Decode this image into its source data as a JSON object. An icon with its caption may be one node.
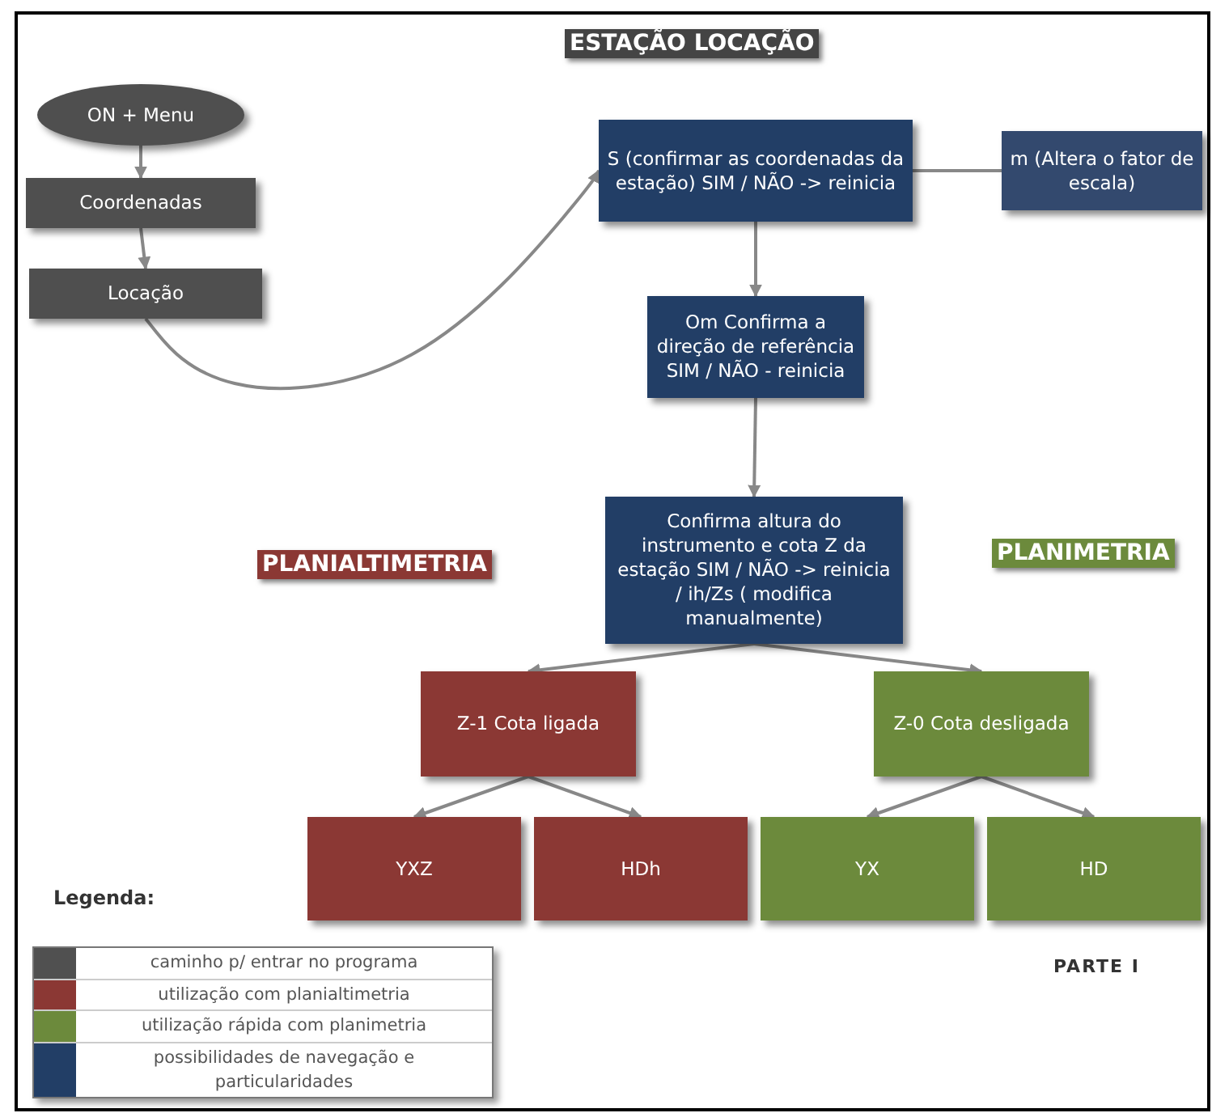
{
  "diagram": {
    "title": "ESTAÇÃO LOCAÇÃO",
    "nodes": [
      {
        "text": [
          "ON + Menu"
        ]
      },
      {
        "text": [
          "Coordenadas"
        ]
      },
      {
        "text": [
          "Locação"
        ]
      },
      {
        "text": [
          "S (confirmar as coordenadas da estação) SIM / NÃO -> reinicia"
        ]
      },
      {
        "text": [
          "m (Altera o fator de escala)"
        ]
      },
      {
        "text": [
          "Om Confirma a direção de referência SIM / NÃO - reinicia"
        ]
      },
      {
        "text": [
          "Confirma altura do instrumento e cota Z da estação SIM / NÃO -> reinicia / ih/Zs ( modifica manualmente)"
        ]
      },
      {
        "text": [
          "Z-1 Cota ligada"
        ]
      },
      {
        "text": [
          "Z-0 Cota desligada"
        ]
      },
      {
        "text": [
          "YXZ"
        ]
      },
      {
        "text": [
          "HDh"
        ]
      },
      {
        "text": [
          "YX"
        ]
      },
      {
        "text": [
          "HD"
        ]
      }
    ],
    "edges": [
      {
        "from": 0,
        "to": 1,
        "arrow": "to"
      },
      {
        "from": 1,
        "to": 2,
        "arrow": "to"
      },
      {
        "from": 2,
        "to": 3,
        "arrow": "to"
      },
      {
        "from": 3,
        "to": 4,
        "arrow": "none"
      },
      {
        "from": 3,
        "to": 5,
        "arrow": "to"
      },
      {
        "from": 5,
        "to": 6,
        "arrow": "to"
      },
      {
        "from": 6,
        "to": 7,
        "arrow": "to"
      },
      {
        "from": 6,
        "to": 8,
        "arrow": "to"
      },
      {
        "from": 7,
        "to": 9,
        "arrow": "to"
      },
      {
        "from": 7,
        "to": 10,
        "arrow": "to"
      },
      {
        "from": 8,
        "to": 11,
        "arrow": "to"
      },
      {
        "from": 8,
        "to": 12,
        "arrow": "to"
      }
    ],
    "labels": [
      "PLANIALTIMETRIA",
      "PLANIMETRIA",
      "Legenda:",
      "PARTE I"
    ],
    "legend": [
      {
        "text": "caminho p/ entrar no programa",
        "color": "#505050"
      },
      {
        "text": "utilização com planialtimetria",
        "color": "#8b3834"
      },
      {
        "text": "utilização rápida com planimetria",
        "color": "#6c8a3c"
      },
      {
        "text": "possibilidades de navegação e particularidades",
        "color": "#223e66"
      }
    ]
  }
}
